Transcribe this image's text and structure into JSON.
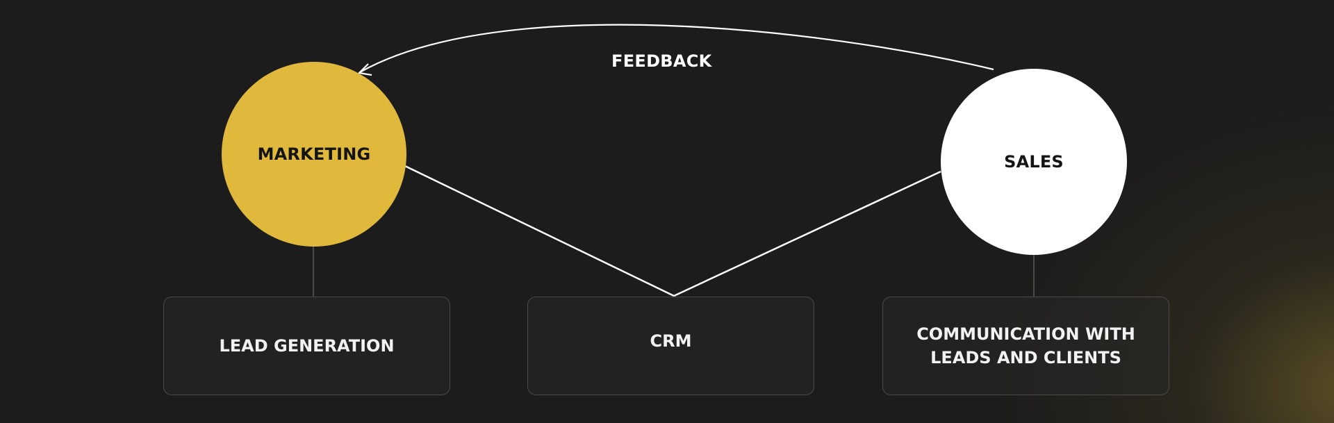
{
  "nodes": {
    "marketing": "MARKETING",
    "sales": "SALES"
  },
  "boxes": {
    "lead_generation": "LEAD GENERATION",
    "crm": "CRM",
    "communication_line1": "COMMUNICATION WITH",
    "communication_line2": "LEADS AND CLIENTS"
  },
  "arrow_label": "FEEDBACK",
  "colors": {
    "background": "#1c1c1c",
    "marketing_fill": "#e0b93c",
    "sales_fill": "#ffffff",
    "connector": "#ffffff",
    "box_border": "#4a4a4a",
    "text_light": "#f2f2f2",
    "text_dark": "#141414"
  }
}
